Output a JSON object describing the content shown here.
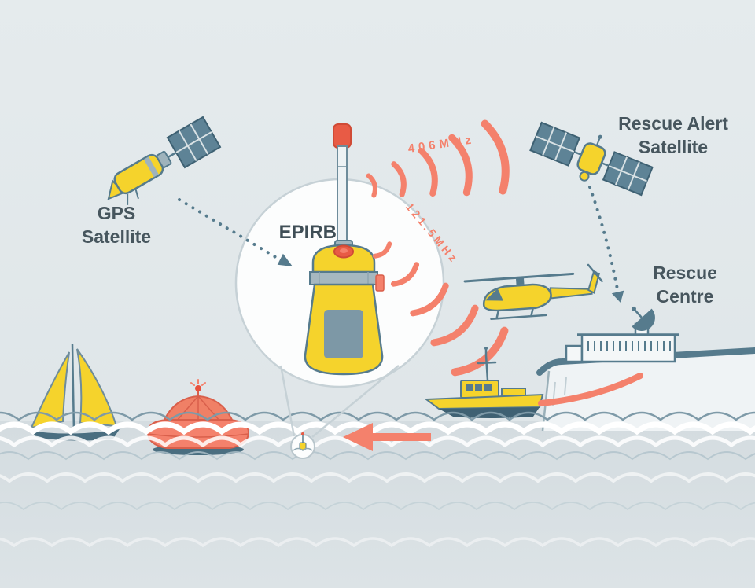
{
  "diagram": {
    "name": "EPIRB distress beacon rescue diagram",
    "labels": {
      "gps_line1": "GPS",
      "gps_line2": "Satellite",
      "alert_line1": "Rescue Alert",
      "alert_line2": "Satellite",
      "centre_line1": "Rescue",
      "centre_line2": "Centre",
      "epirb": "EPIRB",
      "freq406": "406MHz",
      "freq121": "121.5MHz"
    },
    "colors": {
      "sky": "#E2E8EB",
      "sea": "#D7DFE2",
      "yellow": "#F5D32C",
      "salmon": "#F4816C",
      "red": "#E85B45",
      "slate": "#567B8D",
      "panel_blue": "#5E8396",
      "text": "#47565E",
      "white": "#FFFFFF"
    }
  }
}
